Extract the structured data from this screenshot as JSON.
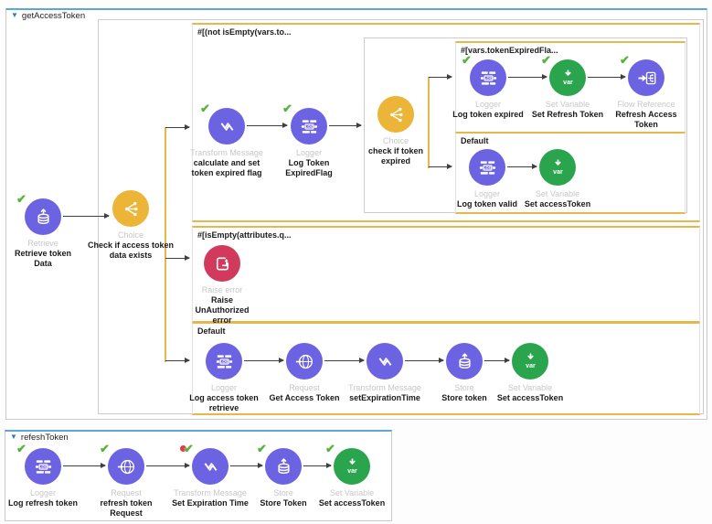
{
  "flow1": {
    "title": "getAccessToken",
    "branches": {
      "when1": "#[(not isEmpty(vars.to...",
      "when2": "#[isEmpty(attributes.q...",
      "default_outer": "Default",
      "nested_when": "#[vars.tokenExpiredFla...",
      "nested_default": "Default"
    },
    "nodes": {
      "retrieve": {
        "type": "Retrieve",
        "desc": "Retrieve token Data",
        "icon": "database-retrieve-icon"
      },
      "choice_main": {
        "type": "Choice",
        "desc": "Check if access token data exists",
        "icon": "choice-icon"
      },
      "transform_flag": {
        "type": "Transform Message",
        "desc": "calculate and set token expired flag",
        "icon": "transform-message-icon"
      },
      "logger_flag": {
        "type": "Logger",
        "desc": "Log Token ExpiredFlag",
        "icon": "logger-icon"
      },
      "choice_expired": {
        "type": "Choice",
        "desc": "check if token expired",
        "icon": "choice-icon"
      },
      "logger_expired": {
        "type": "Logger",
        "desc": "Log token expired",
        "icon": "logger-icon"
      },
      "set_refresh": {
        "type": "Set Variable",
        "desc": "Set Refresh Token",
        "icon": "set-variable-icon"
      },
      "flow_ref": {
        "type": "Flow Reference",
        "desc": "Refresh Access Token",
        "icon": "flow-reference-icon"
      },
      "logger_valid": {
        "type": "Logger",
        "desc": "Log token valid",
        "icon": "logger-icon"
      },
      "set_access1": {
        "type": "Set Variable",
        "desc": "Set accessToken",
        "icon": "set-variable-icon"
      },
      "raise_error": {
        "type": "Raise error",
        "desc": "Raise UnAuthorized error",
        "icon": "raise-error-icon"
      },
      "logger_retrieve": {
        "type": "Logger",
        "desc": "Log access token retrieve",
        "icon": "logger-icon"
      },
      "request_token": {
        "type": "Request",
        "desc": "Get Access Token",
        "icon": "http-request-icon"
      },
      "transform_exp": {
        "type": "Transform Message",
        "desc": "setExpirationTime",
        "icon": "transform-message-icon"
      },
      "store_token": {
        "type": "Store",
        "desc": "Store token",
        "icon": "database-store-icon"
      },
      "set_access2": {
        "type": "Set Variable",
        "desc": "Set accessToken",
        "icon": "set-variable-icon"
      }
    }
  },
  "flow2": {
    "title": "refeshToken",
    "nodes": {
      "logger_refresh": {
        "type": "Logger",
        "desc": "Log refresh token",
        "icon": "logger-icon"
      },
      "request_refresh": {
        "type": "Request",
        "desc": "refresh token Request",
        "icon": "http-request-icon"
      },
      "transform_exp": {
        "type": "Transform Message",
        "desc": "Set Expiration Time",
        "icon": "transform-message-icon"
      },
      "store_token": {
        "type": "Store",
        "desc": "Store Token",
        "icon": "database-store-icon"
      },
      "set_access": {
        "type": "Set Variable",
        "desc": "Set accessToken",
        "icon": "set-variable-icon"
      }
    }
  },
  "colors": {
    "connector_purple": "#6b63e1",
    "choice_yellow": "#ecb537",
    "variable_green": "#2aa54d",
    "error_red": "#d13a5c",
    "branch_border_gold": "#e9b64c",
    "flow_top_blue": "#5ba7d6",
    "check_green": "#56b43d"
  }
}
